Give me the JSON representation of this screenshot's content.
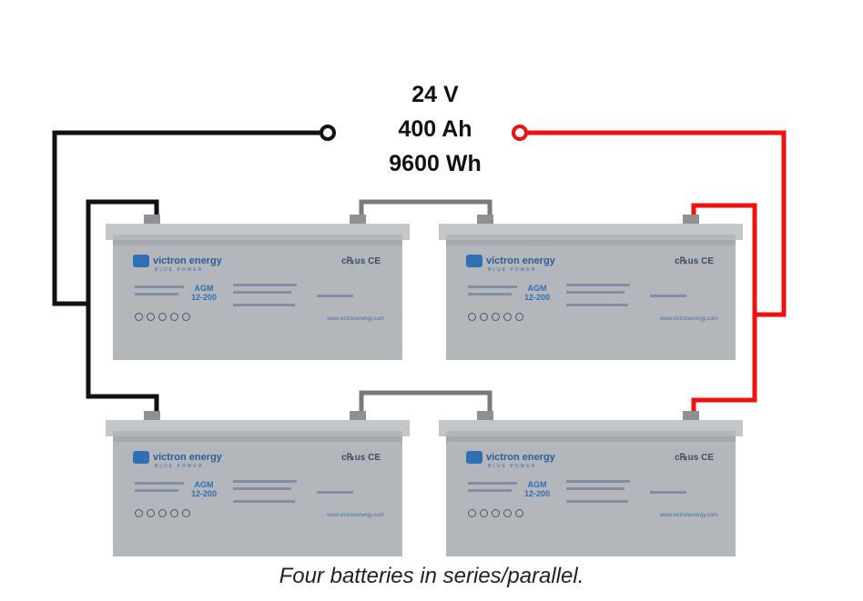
{
  "specs": {
    "voltage": "24 V",
    "capacity": "400 Ah",
    "energy": "9600 Wh"
  },
  "caption": "Four batteries in series/parallel.",
  "battery_label": {
    "brand": "victron energy",
    "tagline": "BLUE POWER",
    "model_line1": "AGM",
    "model_line2": "12-200",
    "certification": "c℞us CE",
    "website": "www.victronenergy.com"
  },
  "colors": {
    "negative_wire": "#111111",
    "positive_wire": "#f01010",
    "link_wire": "#7a7a7a",
    "battery_body": "#b3b6ba"
  }
}
